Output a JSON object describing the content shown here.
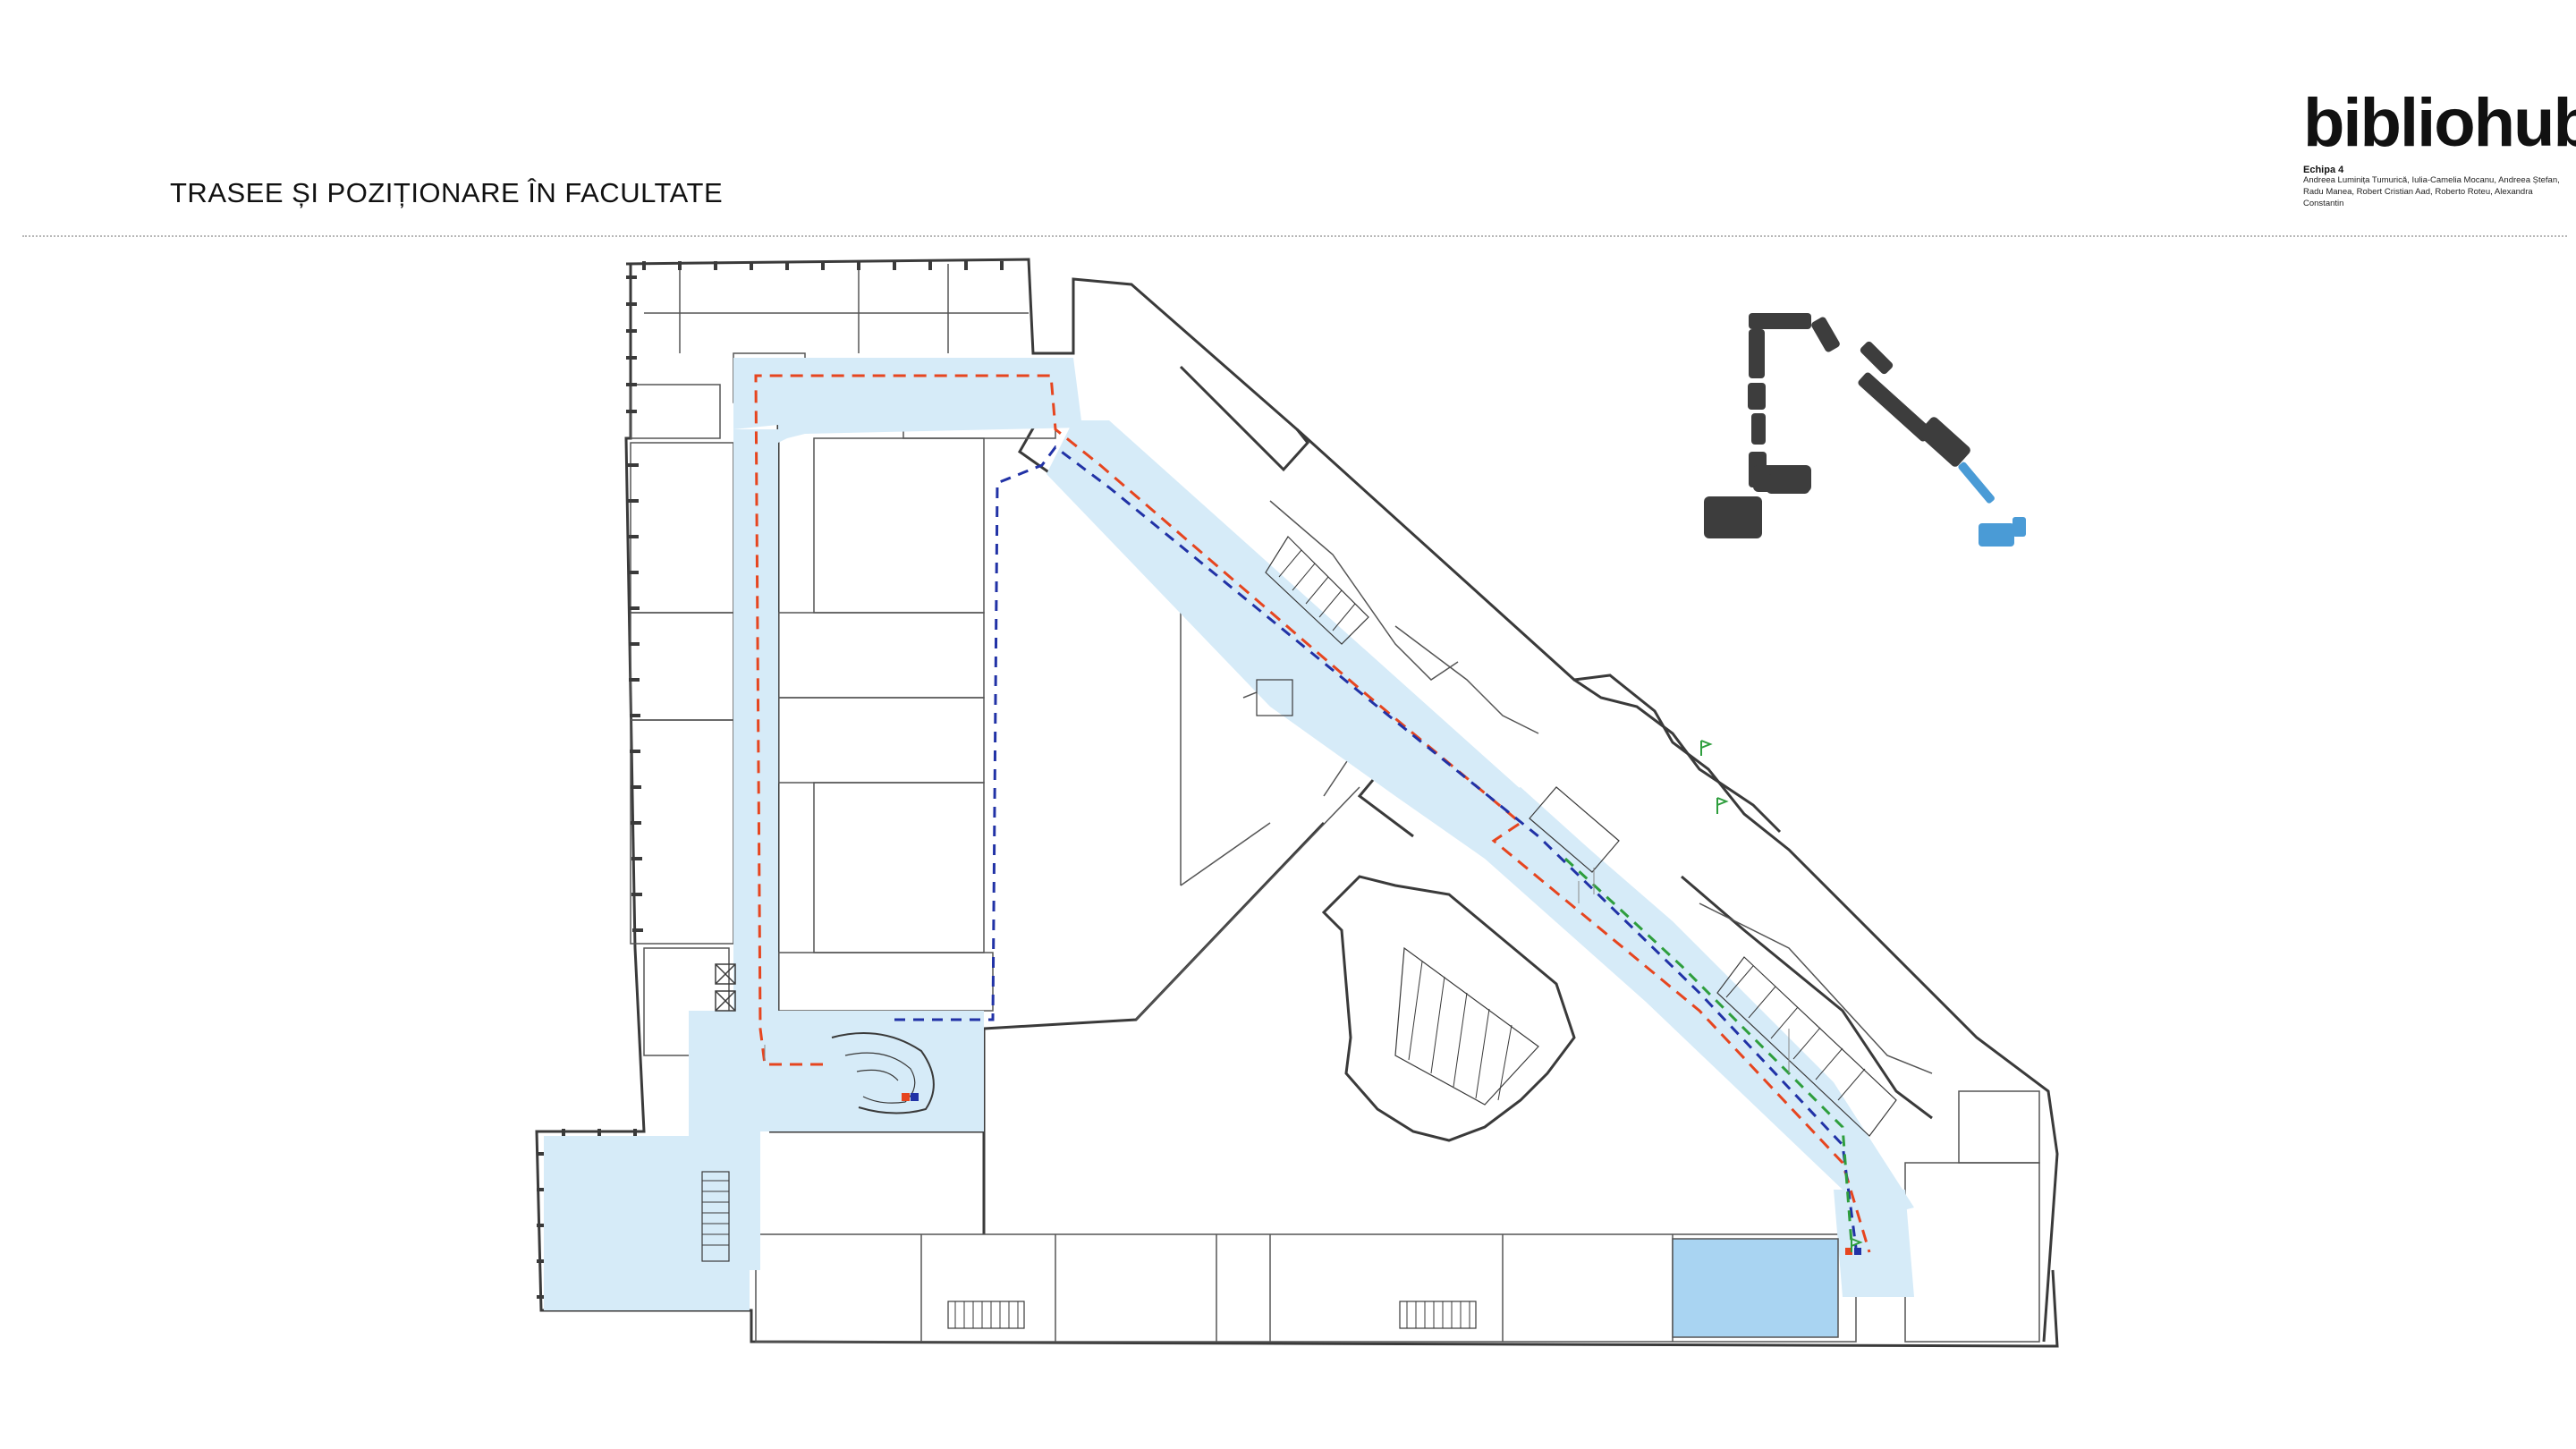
{
  "header": {
    "title": "TRASEE ȘI POZIȚIONARE ÎN FACULTATE"
  },
  "brand": {
    "logo_text": "bibliohub",
    "team_label": "Echipa 4",
    "members": "Andreea Luminița Tumurică, Iulia-Camelia Mocanu, Andreea Ștefan, Radu Manea, Robert Cristian Aad, Roberto Roteu, Alexandra Constantin"
  },
  "colors": {
    "corridor_fill": "#d6ebf8",
    "room_highlight": "#a9d4f2",
    "route_red": "#e6451f",
    "route_blue": "#2132a6",
    "route_green": "#2e9e3d",
    "wall": "#3a3a3a",
    "legend_dark": "#3d3d3d",
    "legend_blue": "#4a9bd6"
  },
  "legend_icons": [
    "dark-furniture-module-icon",
    "blue-furniture-module-icon"
  ]
}
